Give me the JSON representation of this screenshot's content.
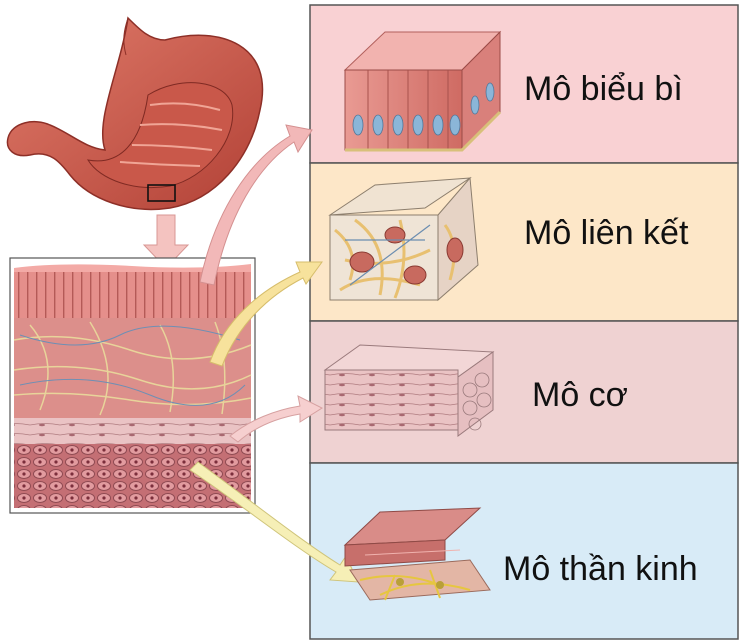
{
  "tissues": [
    {
      "label": "Mô biểu bì",
      "color": "#f9d1d3"
    },
    {
      "label": "Mô liên kết",
      "color": "#fde7c8"
    },
    {
      "label": "Mô cơ",
      "color": "#efd2d2"
    },
    {
      "label": "Mô thần kinh",
      "color": "#d8ebf7"
    }
  ],
  "colors": {
    "panel_border": "#555555",
    "stomach": "#c9584a",
    "arrow_pink": "#f2b8b8",
    "arrow_yellow": "#f7e29c",
    "arrow_light_pink": "#f6cfcf",
    "arrow_cream": "#f6efb6"
  }
}
